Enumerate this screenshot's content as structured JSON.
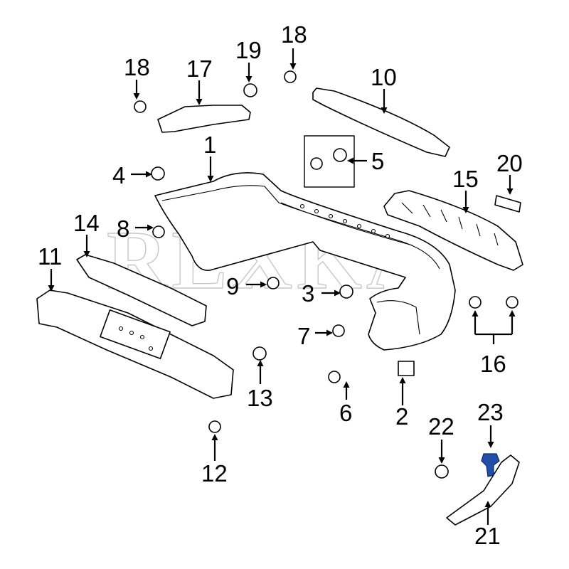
{
  "watermark": "REXKA",
  "callouts": {
    "c1": "1",
    "c2": "2",
    "c3": "3",
    "c4": "4",
    "c5": "5",
    "c6": "6",
    "c7": "7",
    "c8": "8",
    "c9": "9",
    "c10": "10",
    "c11": "11",
    "c12": "12",
    "c13": "13",
    "c14": "14",
    "c15": "15",
    "c16": "16",
    "c17": "17",
    "c18a": "18",
    "c18b": "18",
    "c19": "19",
    "c20": "20",
    "c21": "21",
    "c22": "22",
    "c23": "23"
  },
  "colors": {
    "line": "#000000",
    "highlight_part": "#1f4fa8",
    "watermark": "#c8c8c8"
  }
}
